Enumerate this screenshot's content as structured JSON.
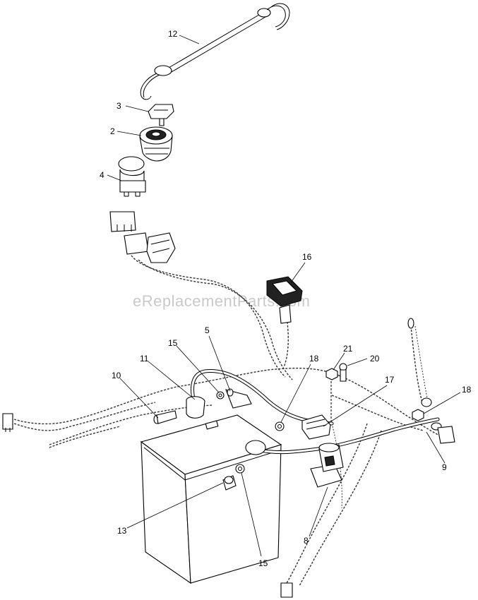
{
  "watermark": "eReplacementParts.com",
  "callouts": {
    "c12": "12",
    "c3": "3",
    "c2": "2",
    "c4": "4",
    "c16": "16",
    "c5": "5",
    "c15a": "15",
    "c11": "11",
    "c10": "10",
    "c18a": "18",
    "c21": "21",
    "c20": "20",
    "c17": "17",
    "c18b": "18",
    "c9": "9",
    "c13": "13",
    "c15b": "15",
    "c8": "8"
  }
}
